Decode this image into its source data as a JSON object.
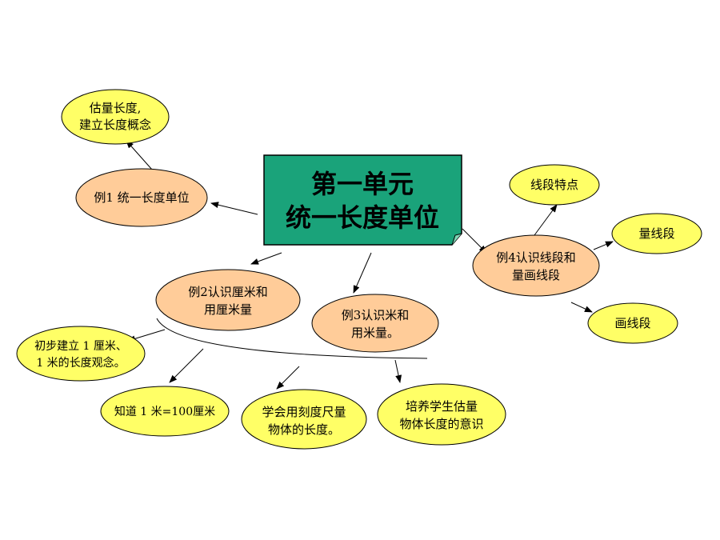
{
  "title": {
    "line1": "第一单元",
    "line2": "统一长度单位"
  },
  "nodes": {
    "estimate_concept": [
      "估量长度,",
      "建立长度概念"
    ],
    "example1": [
      "例1 统一长度单位"
    ],
    "example2": [
      "例2认识厘米和",
      "用厘米量"
    ],
    "example3": [
      "例3认识米和",
      "用米量。"
    ],
    "example4": [
      "例4认识线段和",
      "量画线段"
    ],
    "segment_features": [
      "线段特点"
    ],
    "measure_segment": [
      "量线段"
    ],
    "draw_segment": [
      "画线段"
    ],
    "initial_concept": [
      "初步建立 1 厘米、",
      "1 米的长度观念。"
    ],
    "know_meter": [
      "知道 1 米=100厘米"
    ],
    "learn_ruler": [
      "学会用刻度尺量",
      "物体的长度。"
    ],
    "cultivate_estimate": [
      "培养学生估量",
      "物体长度的意识"
    ]
  },
  "colors": {
    "title_fill": "#1aa37a",
    "orange_fill": "#ffcc99",
    "yellow_fill": "#ffff66",
    "stroke": "#000000"
  }
}
